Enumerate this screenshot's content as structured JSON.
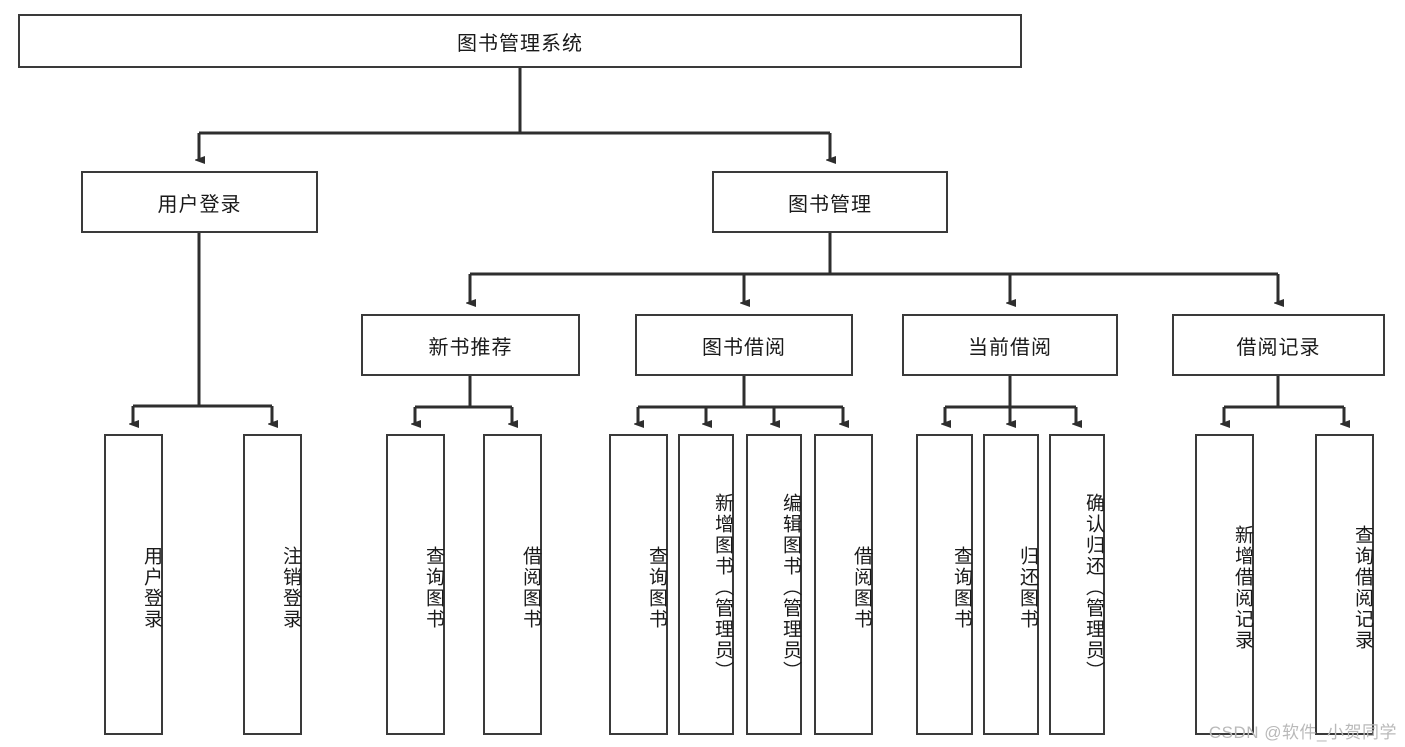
{
  "diagram": {
    "title": "图书管理系统",
    "type": "tree",
    "watermark": "CSDN @软件_小贺同学",
    "colors": {
      "box_border": "#3a3a3a",
      "box_fill": "#ffffff",
      "link": "#2e2e2e",
      "text": "#1a1a1a",
      "watermark": "#b9b9b9"
    }
  },
  "nodes": {
    "root": {
      "label": "图书管理系统",
      "level": 1
    },
    "level2": [
      {
        "id": "user-login",
        "label": "用户登录"
      },
      {
        "id": "book-manage",
        "label": "图书管理"
      }
    ],
    "level3": [
      {
        "id": "new-book-recommend",
        "label": "新书推荐",
        "parent": "book-manage"
      },
      {
        "id": "book-borrow",
        "label": "图书借阅",
        "parent": "book-manage"
      },
      {
        "id": "current-borrow",
        "label": "当前借阅",
        "parent": "book-manage"
      },
      {
        "id": "borrow-record",
        "label": "借阅记录",
        "parent": "book-manage"
      }
    ],
    "leaves": {
      "user-login": [
        {
          "id": "leaf-user-login",
          "label": "用户登录"
        },
        {
          "id": "leaf-user-logout",
          "label": "注销登录"
        }
      ],
      "new-book-recommend": [
        {
          "id": "leaf-query-book-1",
          "label": "查询图书"
        },
        {
          "id": "leaf-borrow-book-1",
          "label": "借阅图书"
        }
      ],
      "book-borrow": [
        {
          "id": "leaf-query-book-2",
          "label": "查询图书"
        },
        {
          "id": "leaf-add-book",
          "label": "新增图书（管理员）"
        },
        {
          "id": "leaf-edit-book",
          "label": "编辑图书（管理员）"
        },
        {
          "id": "leaf-borrow-book-2",
          "label": "借阅图书"
        }
      ],
      "current-borrow": [
        {
          "id": "leaf-query-book-3",
          "label": "查询图书"
        },
        {
          "id": "leaf-return-book",
          "label": "归还图书"
        },
        {
          "id": "leaf-confirm-return",
          "label": "确认归还（管理员）"
        }
      ],
      "borrow-record": [
        {
          "id": "leaf-add-record",
          "label": "新增借阅记录"
        },
        {
          "id": "leaf-query-record",
          "label": "查询借阅记录"
        }
      ]
    }
  }
}
